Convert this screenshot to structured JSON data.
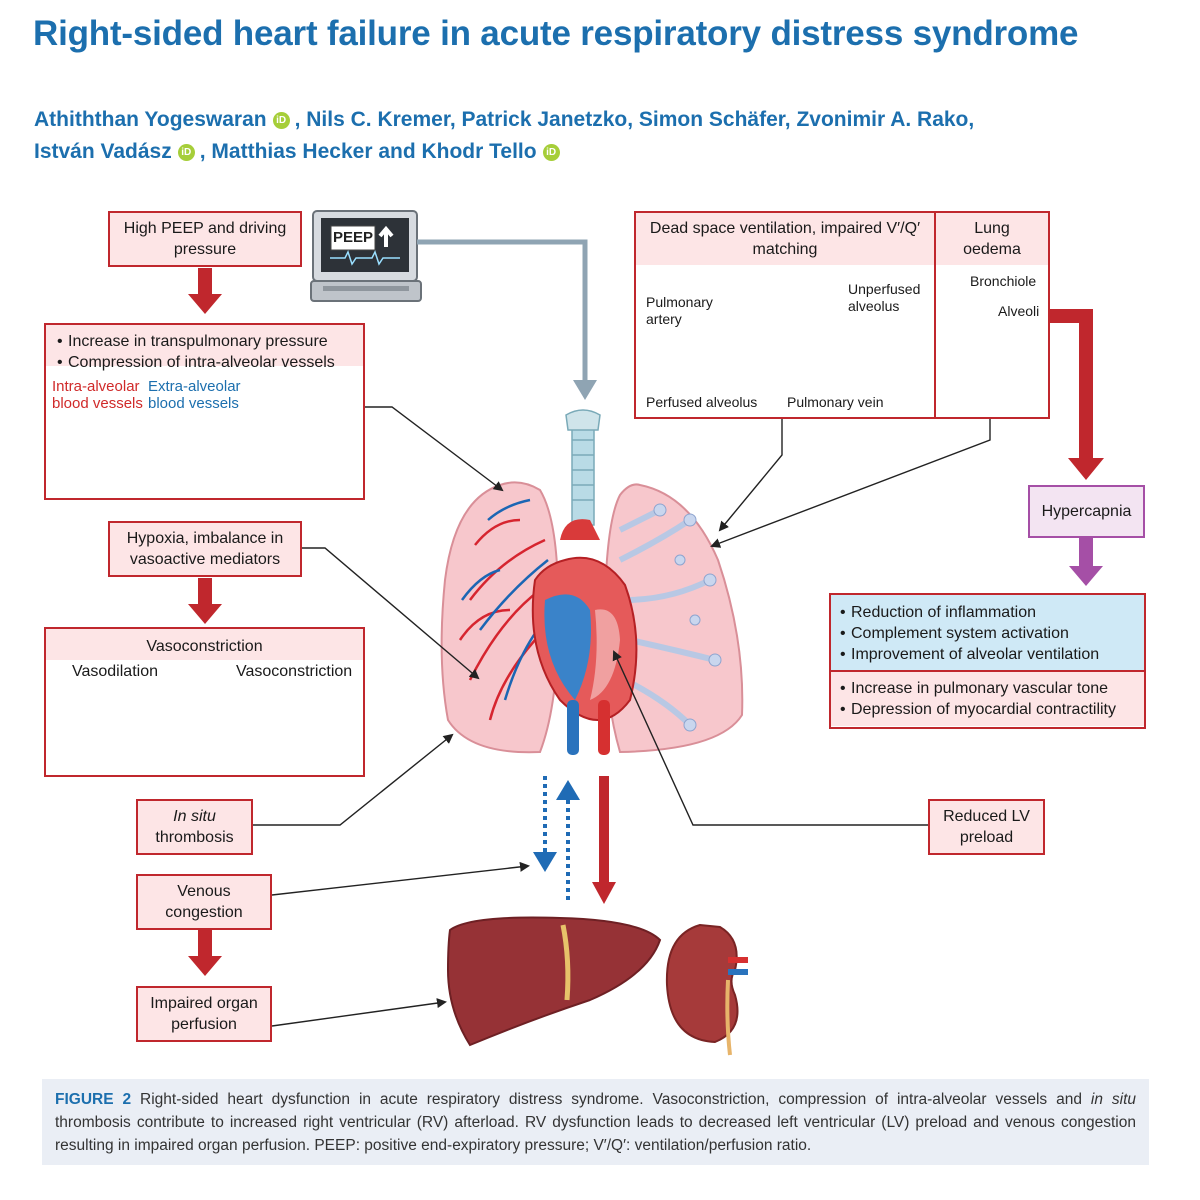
{
  "title": "Right-sided heart failure in acute respiratory distress syndrome",
  "authors": {
    "line1_part1": "Athiththan Yogeswaran",
    "line1_part2": ", Nils C. Kremer, Patrick Janetzko, Simon Schäfer, Zvonimir A. Rako,",
    "line2_part1": "István Vadász",
    "line2_part2": ", Matthias Hecker and Khodr Tello",
    "orcid_badge": "iD"
  },
  "ventilator": {
    "label": "PEEP"
  },
  "boxes": {
    "high_peep": "High PEEP and driving pressure",
    "transpulmonary": [
      "Increase in transpulmonary pressure",
      "Compression of intra-alveolar vessels"
    ],
    "intra_alveolar": "Intra-alveolar blood vessels",
    "extra_alveolar": "Extra-alveolar blood vessels",
    "hypoxia": "Hypoxia, imbalance in vasoactive mediators",
    "vasoconstriction_title": "Vasoconstriction",
    "vasodilation": "Vasodilation",
    "vasoconstriction": "Vasoconstriction",
    "in_situ_italic": "In situ",
    "thrombosis": "thrombosis",
    "venous_congestion": "Venous congestion",
    "impaired_perfusion": "Impaired organ perfusion",
    "dead_space_title": "Dead space ventilation, impaired V′/Q′ matching",
    "lung_oedema_title": "Lung oedema",
    "pulmonary_artery": "Pulmonary artery",
    "unperfused_alveolus": "Unperfused alveolus",
    "perfused_alveolus": "Perfused alveolus",
    "pulmonary_vein": "Pulmonary vein",
    "bronchiole": "Bronchiole",
    "alveoli": "Alveoli",
    "hypercapnia": "Hypercapnia",
    "blue_list": [
      "Reduction of inflammation",
      "Complement system activation",
      "Improvement of alveolar ventilation"
    ],
    "red_list": [
      "Increase in pulmonary vascular tone",
      "Depression of myocardial contractility"
    ],
    "reduced_lv": "Reduced LV preload"
  },
  "caption": {
    "fig_label": "FIGURE 2",
    "text1": " Right-sided heart dysfunction in acute respiratory distress syndrome. Vasoconstriction, compression of intra-alveolar vessels and ",
    "italic": "in situ",
    "text2": " thrombosis contribute to increased right ventricular (RV) afterload. RV dysfunction leads to decreased left ventricular (LV) preload and venous congestion resulting in impaired organ perfusion. PEEP: positive end-expiratory pressure; V′/Q′: ventilation/perfusion ratio."
  },
  "colors": {
    "title_blue": "#1c6fae",
    "box_red": "#c0272d",
    "box_pink": "#fde5e6",
    "hypercapnia_purple": "#a54fa6",
    "info_blue": "#cfe9f6"
  }
}
